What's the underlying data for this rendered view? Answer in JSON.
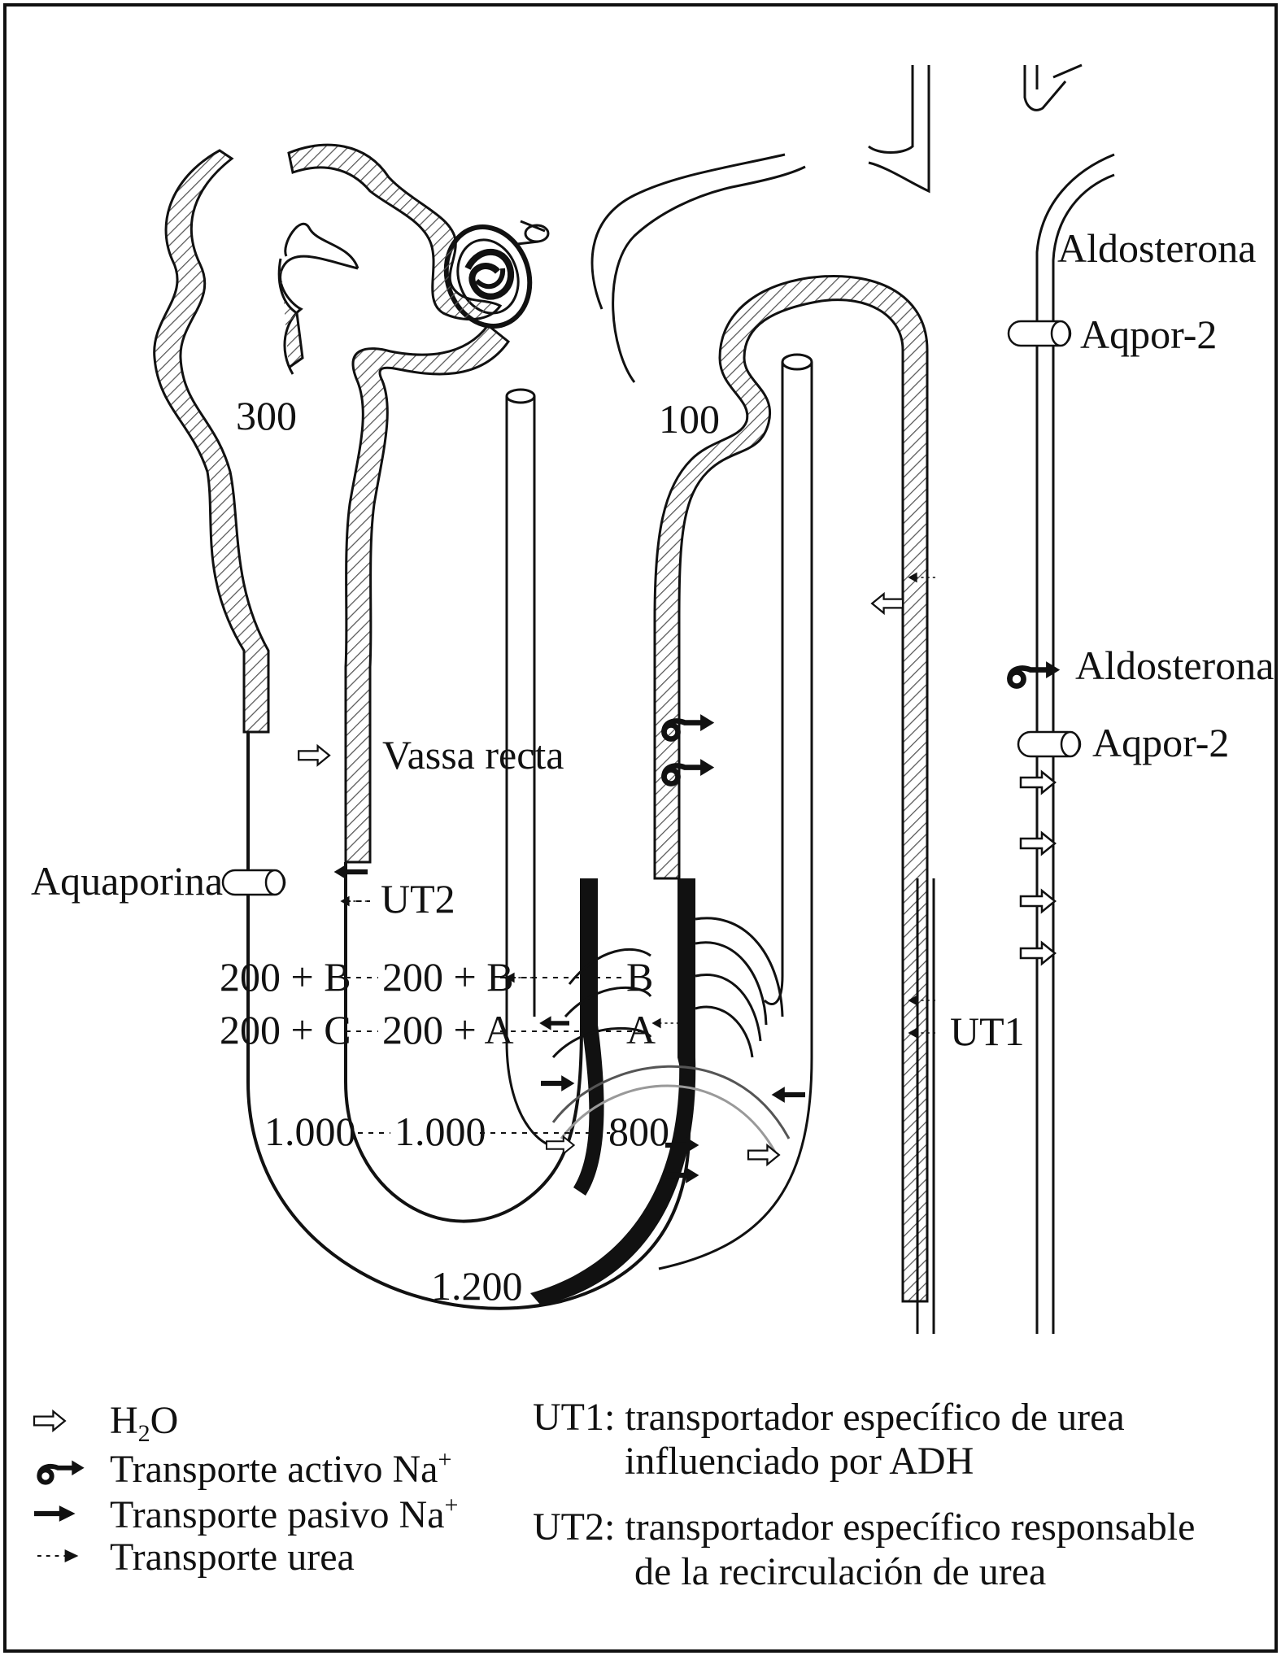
{
  "colors": {
    "ink": "#111111",
    "paper": "#ffffff",
    "hatch": "#555555"
  },
  "labels": {
    "aldosterona_top": "Aldosterona",
    "aqpor2_top": "Aqpor-2",
    "osm_300": "300",
    "osm_100": "100",
    "aldosterona_mid": "Aldosterona",
    "aqpor2_mid": "Aqpor-2",
    "vassa_recta": "Vassa recta",
    "aquaporina": "Aquaporina",
    "ut2": "UT2",
    "row_b_left": "200 + B",
    "row_b_mid": "200 + B",
    "row_b_right": "B",
    "row_a_left": "200 + C",
    "row_a_mid": "200 + A",
    "row_a_right": "A",
    "ut1": "UT1",
    "osm_1000_left": "1.000",
    "osm_1000_mid": "1.000",
    "osm_800": "800",
    "osm_1200": "1.200"
  },
  "legend": {
    "h2o_main": "H",
    "h2o_sub": "2",
    "h2o_end": "O",
    "active_na": "Transporte activo Na",
    "active_na_sup": "+",
    "passive_na": "Transporte pasivo Na",
    "passive_na_sup": "+",
    "urea": "Transporte urea"
  },
  "definitions": {
    "ut1_line1": "UT1: transportador específico de urea",
    "ut1_line2": "influenciado por ADH",
    "ut2_line1": "UT2: transportador específico responsable",
    "ut2_line2": "de la recirculación de urea"
  },
  "icons": [
    "h2o-arrow-icon",
    "active-na-arrow-icon",
    "passive-na-arrow-icon",
    "urea-arrow-icon",
    "aquaporin-channel-icon"
  ]
}
